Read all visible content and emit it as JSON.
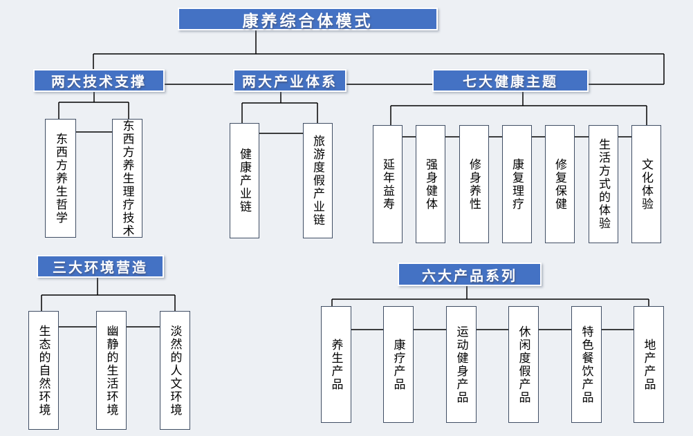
{
  "title": "康养综合体模式",
  "colors": {
    "background": "#edf0f4",
    "header_fill": "#4472C4",
    "header_text": "#ffffff",
    "child_box_fill": "#ffffff",
    "child_box_border": "#3f4d63",
    "connector_line": "#000000"
  },
  "sections": {
    "tech": {
      "label": "两大技术支撑",
      "children": [
        "东西方养生哲学",
        "东西方养生理疗技术"
      ]
    },
    "industry": {
      "label": "两大产业体系",
      "children": [
        "健康产业链",
        "旅游度假产业链"
      ]
    },
    "themes": {
      "label": "七大健康主题",
      "children": [
        "延年益寿",
        "强身健体",
        "修身养性",
        "康复理疗",
        "修复保健",
        "生活方式的体验",
        "文化体验"
      ]
    },
    "environment": {
      "label": "三大环境营造",
      "children": [
        "生态的自然环境",
        "幽静的生活环境",
        "淡然的人文环境"
      ]
    },
    "products": {
      "label": "六大产品系列",
      "children": [
        "养生产品",
        "康疗产品",
        "运动健身产品",
        "休闲度假产品",
        "特色餐饮产品",
        "地产产品"
      ]
    }
  }
}
